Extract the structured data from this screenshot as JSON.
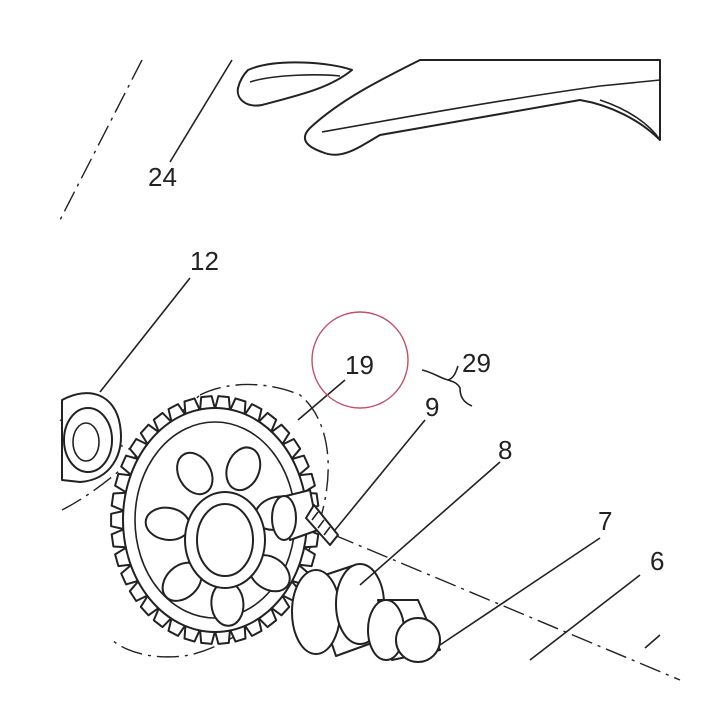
{
  "labels": {
    "l24": "24",
    "l12": "12",
    "l19": "19",
    "l29": "29",
    "l9": "9",
    "l8": "8",
    "l7": "7",
    "l6": "6"
  },
  "colors": {
    "line": "#222222",
    "highlight": "#c0506a",
    "background": "#ffffff"
  }
}
